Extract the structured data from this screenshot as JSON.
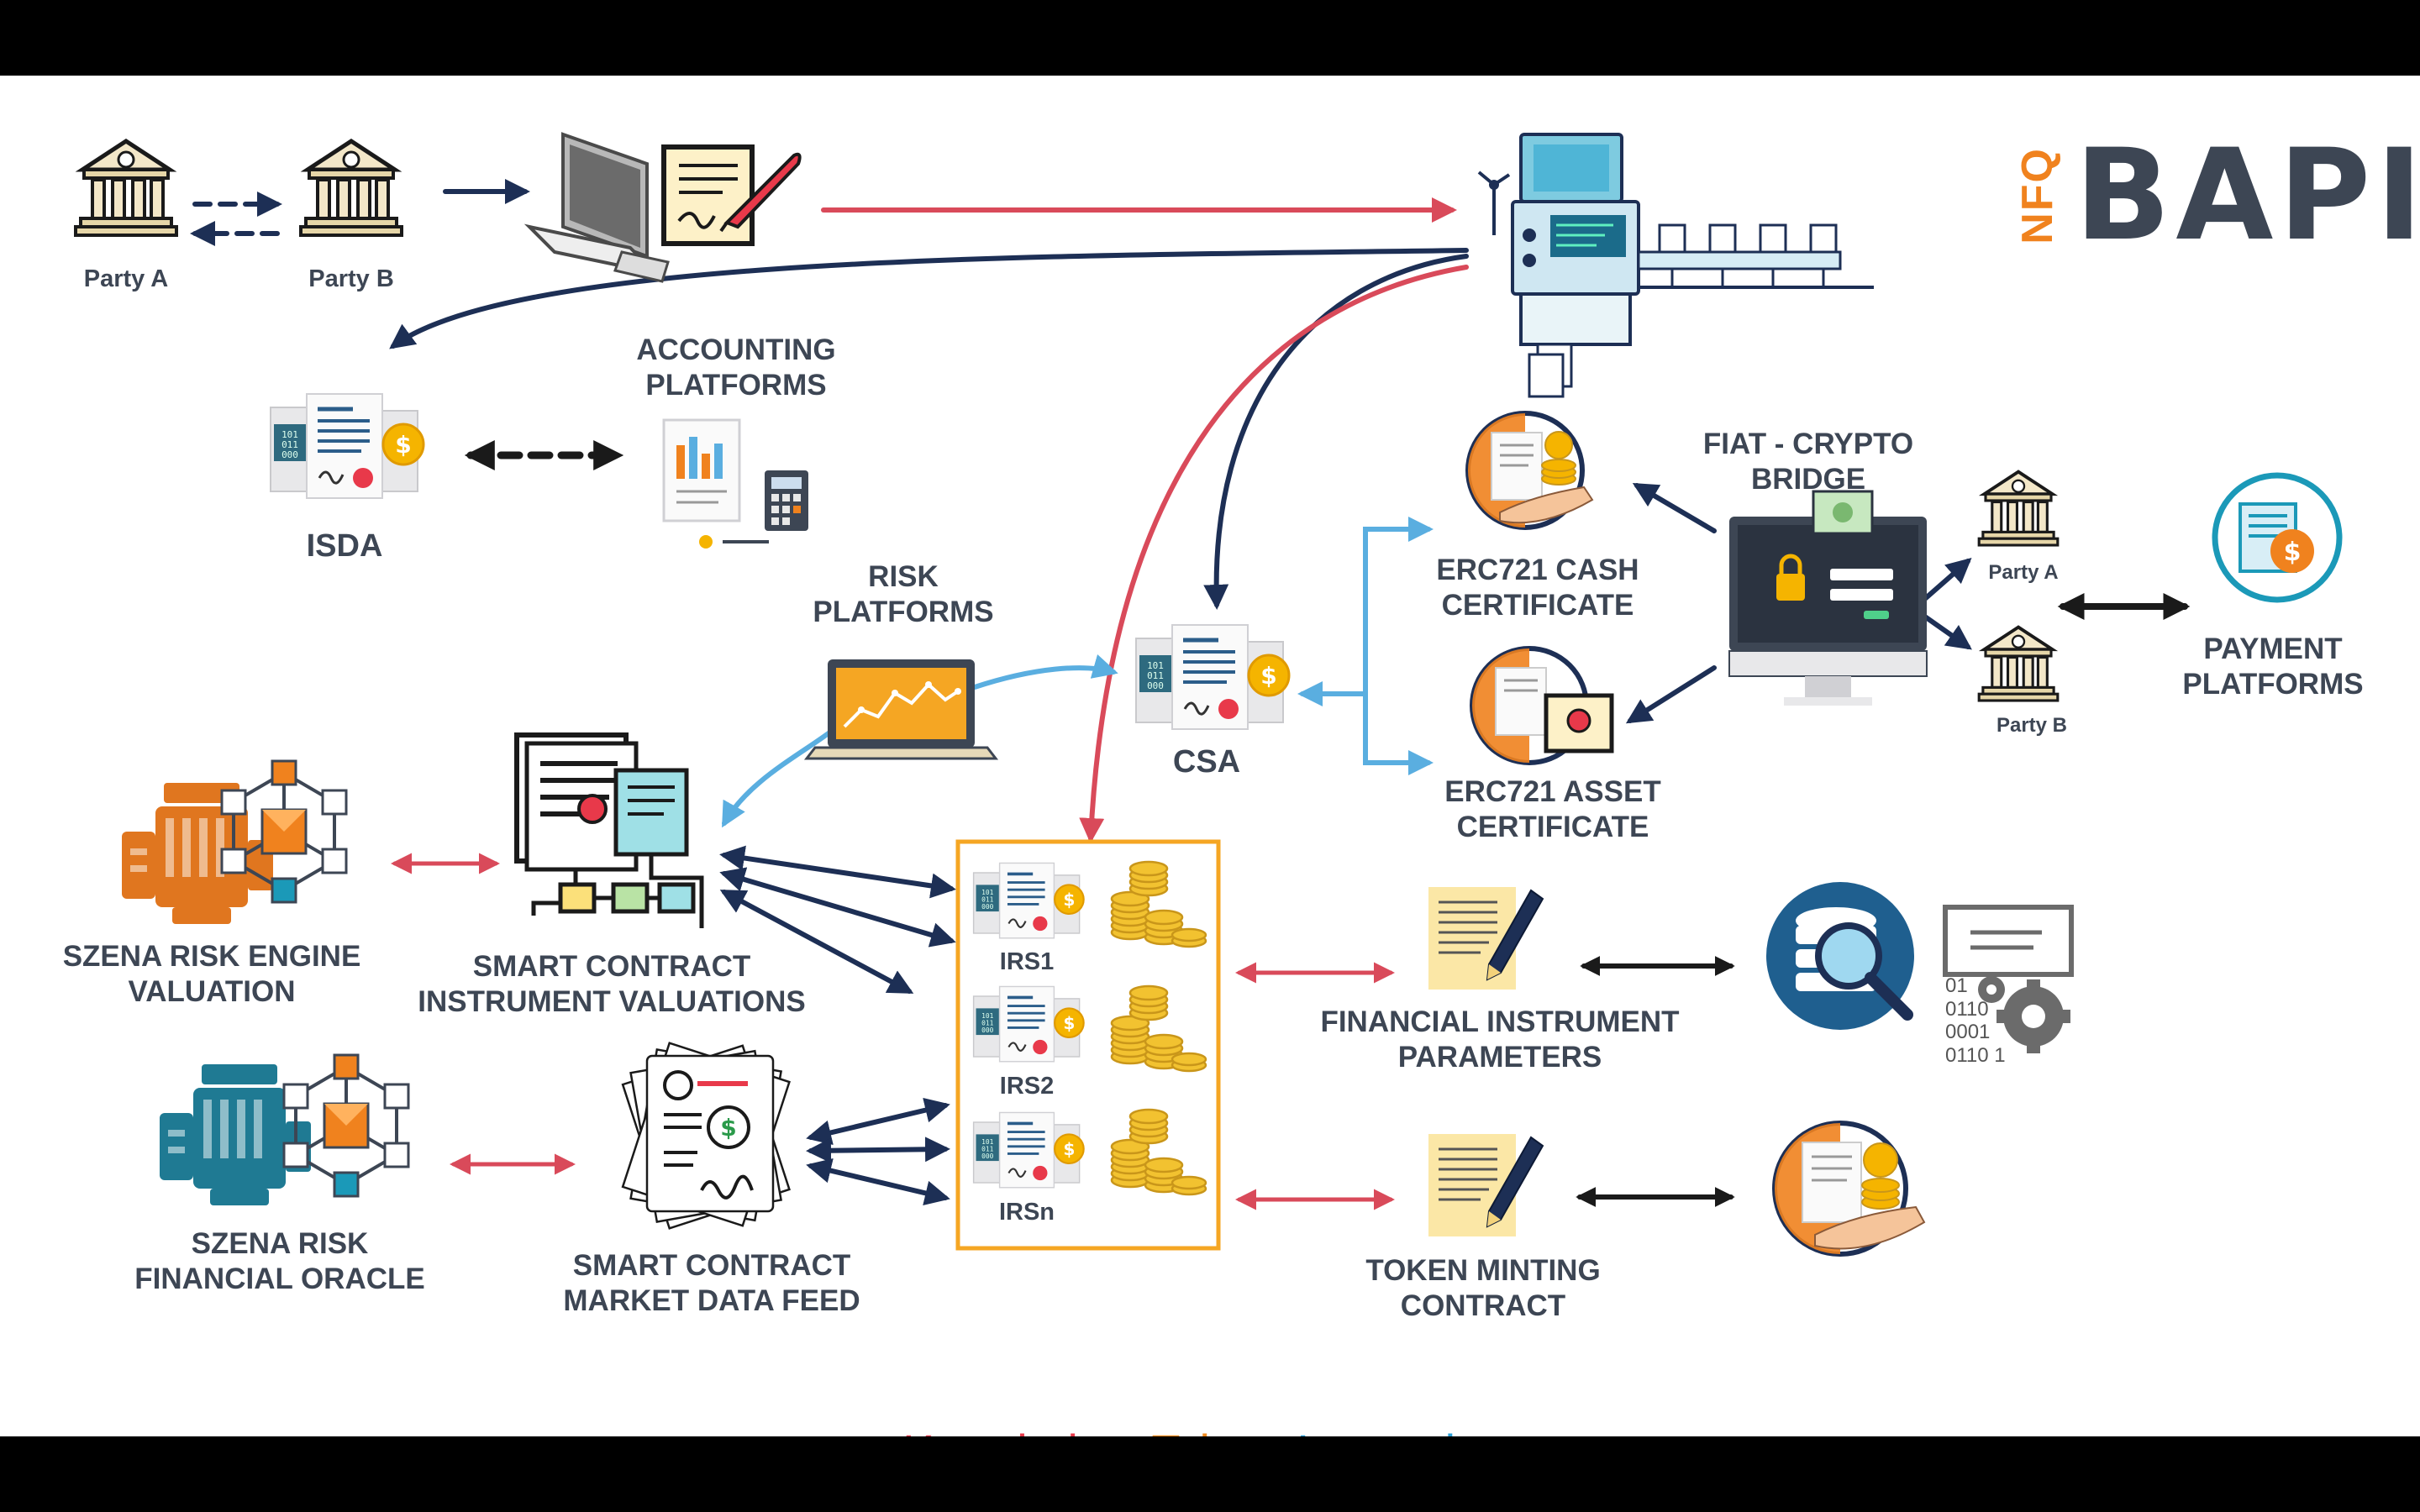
{
  "logo": {
    "brand_vertical": "NFQ",
    "brand_main": "BAPI"
  },
  "labels": {
    "party_a_top": "Party A",
    "party_b_top": "Party B",
    "accounting_line1": "ACCOUNTING",
    "accounting_line2": "PLATFORMS",
    "isda": "ISDA",
    "risk_line1": "RISK",
    "risk_line2": "PLATFORMS",
    "csa": "CSA",
    "fiat_line1": "FIAT - CRYPTO",
    "fiat_line2": "BRIDGE",
    "erc721_cash_line1": "ERC721 CASH",
    "erc721_cash_line2": "CERTIFICATE",
    "erc721_asset_line1": "ERC721 ASSET",
    "erc721_asset_line2": "CERTIFICATE",
    "party_a_right": "Party A",
    "party_b_right": "Party B",
    "payment_line1": "PAYMENT",
    "payment_line2": "PLATFORMS",
    "engine_line1": "SZENA RISK ENGINE",
    "engine_line2": "VALUATION",
    "valuations_line1": "SMART CONTRACT",
    "valuations_line2": "INSTRUMENT VALUATIONS",
    "irs1": "IRS1",
    "irs2": "IRS2",
    "irsn": "IRSn",
    "fin_params_line1": "FINANCIAL INSTRUMENT",
    "fin_params_line2": "PARAMETERS",
    "oracle_line1": "SZENA RISK",
    "oracle_line2": "FINANCIAL ORACLE",
    "market_line1": "SMART CONTRACT",
    "market_line2": "MARKET DATA FEED",
    "token_line1": "TOKEN MINTING",
    "token_line2": "CONTRACT",
    "binary": "01\n0110\n0001\n0110 1"
  },
  "tagline": {
    "part1": "Knowledge.",
    "part2": "Talent.",
    "part3": "Innovation."
  },
  "colors": {
    "navy": "#1d2f55",
    "red": "#d94a5a",
    "light_blue": "#5aaee0",
    "orange": "#f0821e",
    "yellow": "#f5a623",
    "slate": "#3d4654",
    "teal": "#1b99b8",
    "tag_red": "#e8394a",
    "tag_orange": "#f08a1e",
    "tag_blue": "#2aa0d8"
  },
  "icons": [
    "bank-icon",
    "computer-icon",
    "signed-contract-icon",
    "factory-machine-icon",
    "contract-document-icon",
    "accounting-report-icon",
    "risk-chart-laptop-icon",
    "engine-icon",
    "blockchain-network-icon",
    "smart-contract-flow-icon",
    "coin-stack-icon",
    "certificate-hand-coin-icon",
    "asset-certificate-icon",
    "secure-computer-icon",
    "payment-icon",
    "pencil-note-icon",
    "database-search-icon",
    "gear-icon",
    "market-data-feed-icon"
  ]
}
